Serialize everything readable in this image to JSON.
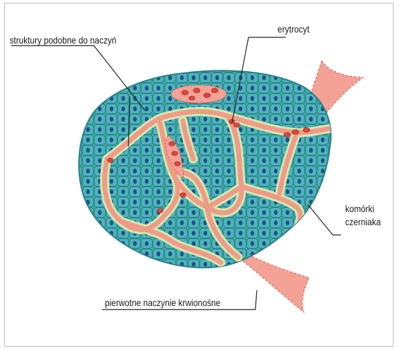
{
  "labels": {
    "vessel_like": "struktury podobne do naczyń",
    "erythrocyte": "erytrocyt",
    "melanoma_line1": "komórki",
    "melanoma_line2": "czerniaka",
    "primitive_vessel": "pierwotne naczynie krwionośne"
  },
  "colors": {
    "cell_fill": "#3fa7ad",
    "cell_edge": "#2a7f86",
    "nucleus": "#1f4f8c",
    "channel": "#f09a8a",
    "channel_edge": "#cc5c4d",
    "channel_halo": "#d6e8a8",
    "vessel": "#f4a196",
    "leader": "#222222"
  }
}
